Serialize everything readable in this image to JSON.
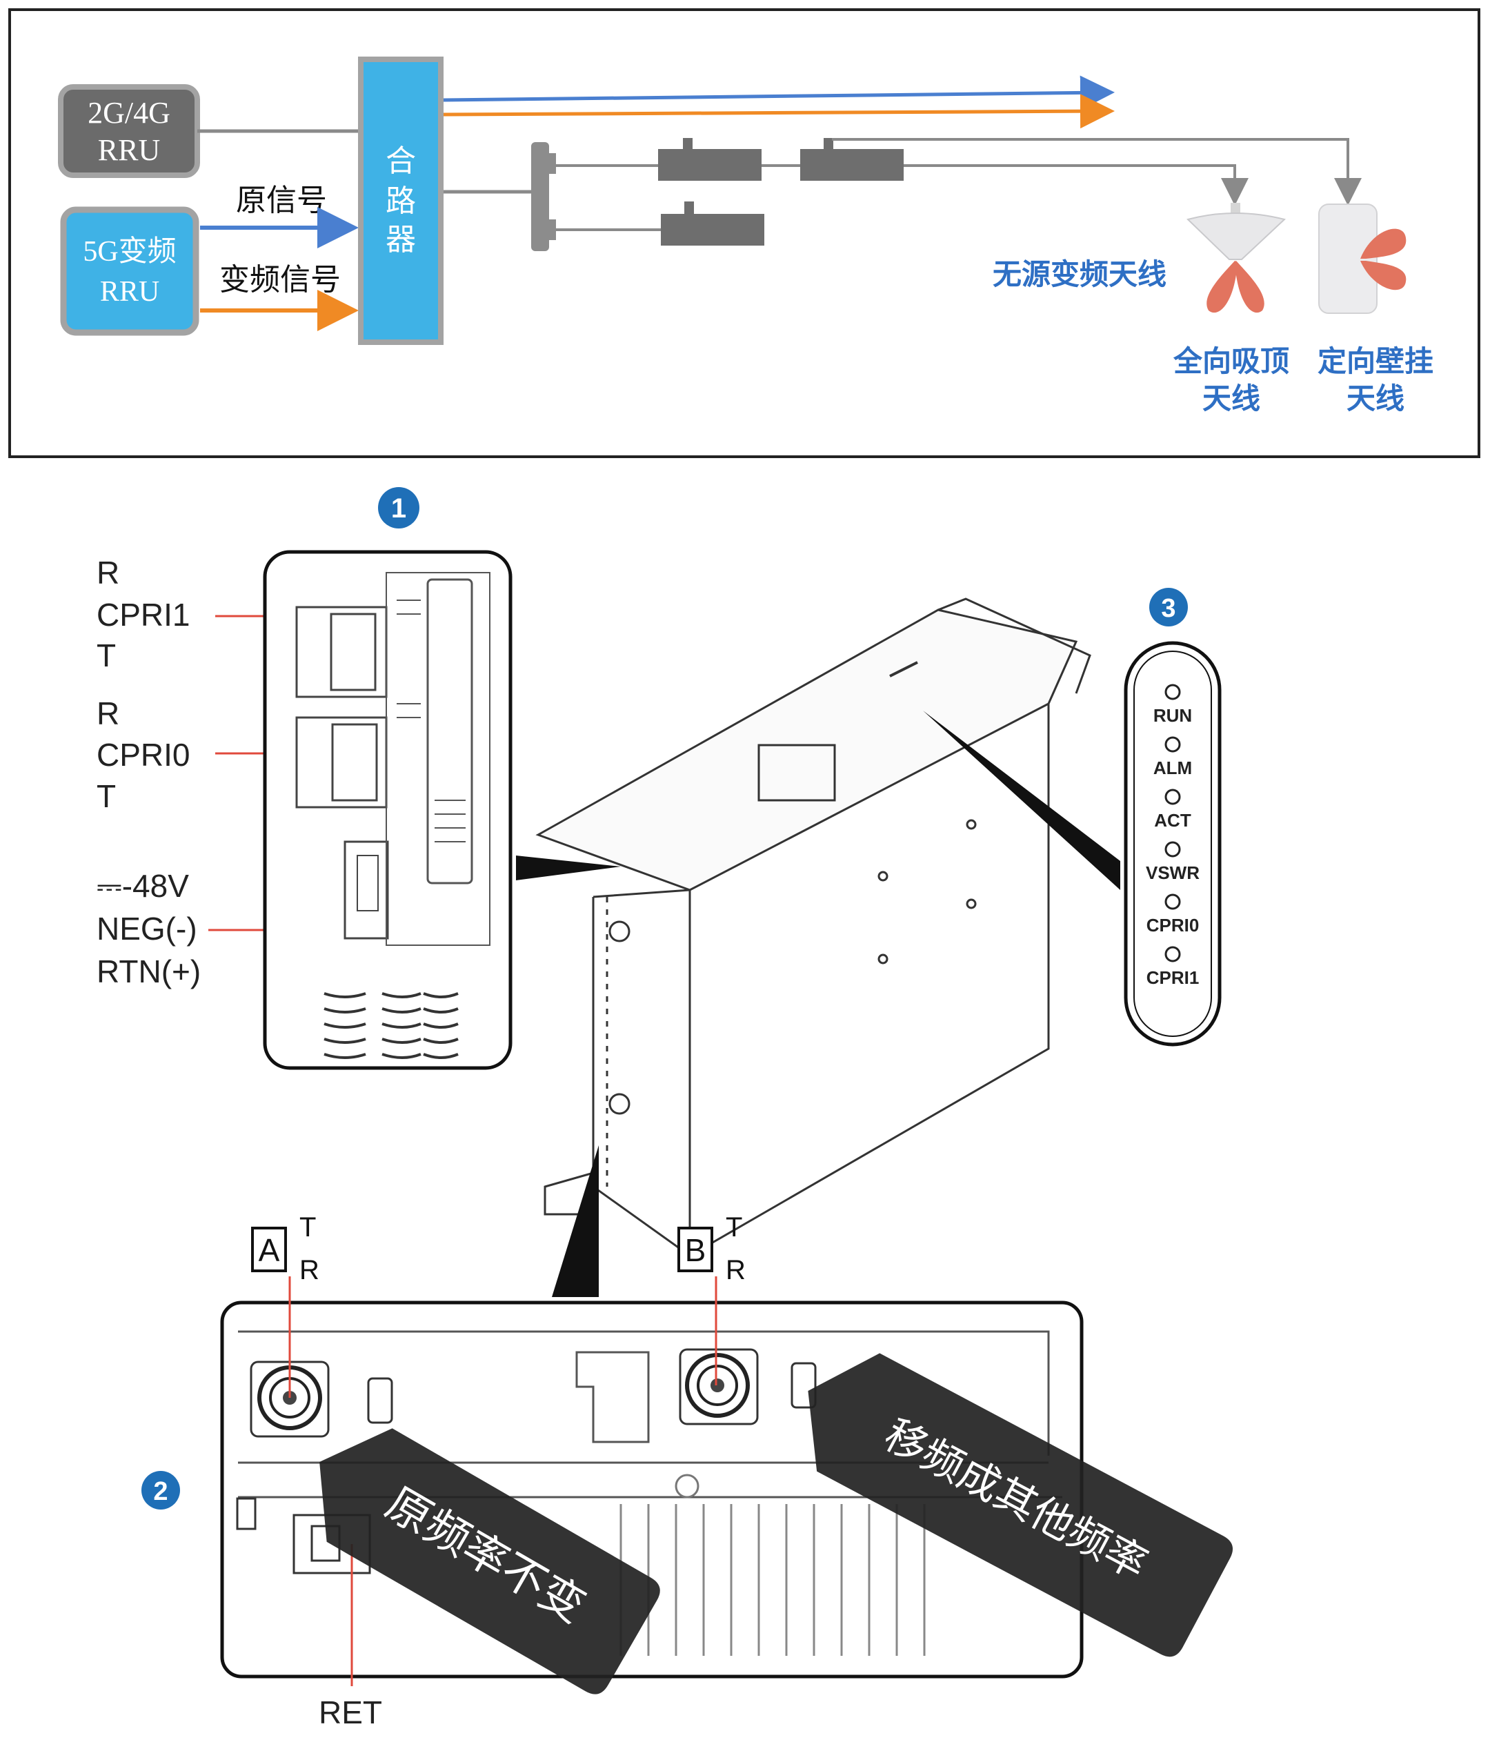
{
  "top": {
    "rru_2g4g": [
      "2G/4G",
      "RRU"
    ],
    "rru_5g": [
      "5G变频",
      "RRU"
    ],
    "combiner": [
      "合",
      "路",
      "器"
    ],
    "signal_original": "原信号",
    "signal_converted": "变频信号",
    "passive_label": "无源变频天线",
    "omni_label": [
      "全向吸顶",
      "天线"
    ],
    "wall_label": [
      "定向壁挂",
      "天线"
    ],
    "colors": {
      "blue": "#4a7fd0",
      "orange": "#f08a24",
      "cyan": "#3fb2e6",
      "gray": "#7a7a7a",
      "label_blue": "#2e6fc4",
      "lobe": "#e2745f"
    }
  },
  "bottom": {
    "badge_1": "1",
    "badge_2": "2",
    "badge_3": "3",
    "cpri1": [
      "R",
      "CPRI1",
      "T"
    ],
    "cpri0": [
      "R",
      "CPRI0",
      "T"
    ],
    "power": [
      "⎓-48V",
      "NEG(-)",
      "RTN(+)"
    ],
    "leds": [
      "RUN",
      "ALM",
      "ACT",
      "VSWR",
      "CPRI0",
      "CPRI1"
    ],
    "port_a": "A",
    "port_b": "B",
    "port_t": "T",
    "port_r": "R",
    "ret": "RET",
    "overlay_left": "原频率不变",
    "overlay_right": "移频成其他频率",
    "badge_color": "#1f6fb7"
  }
}
